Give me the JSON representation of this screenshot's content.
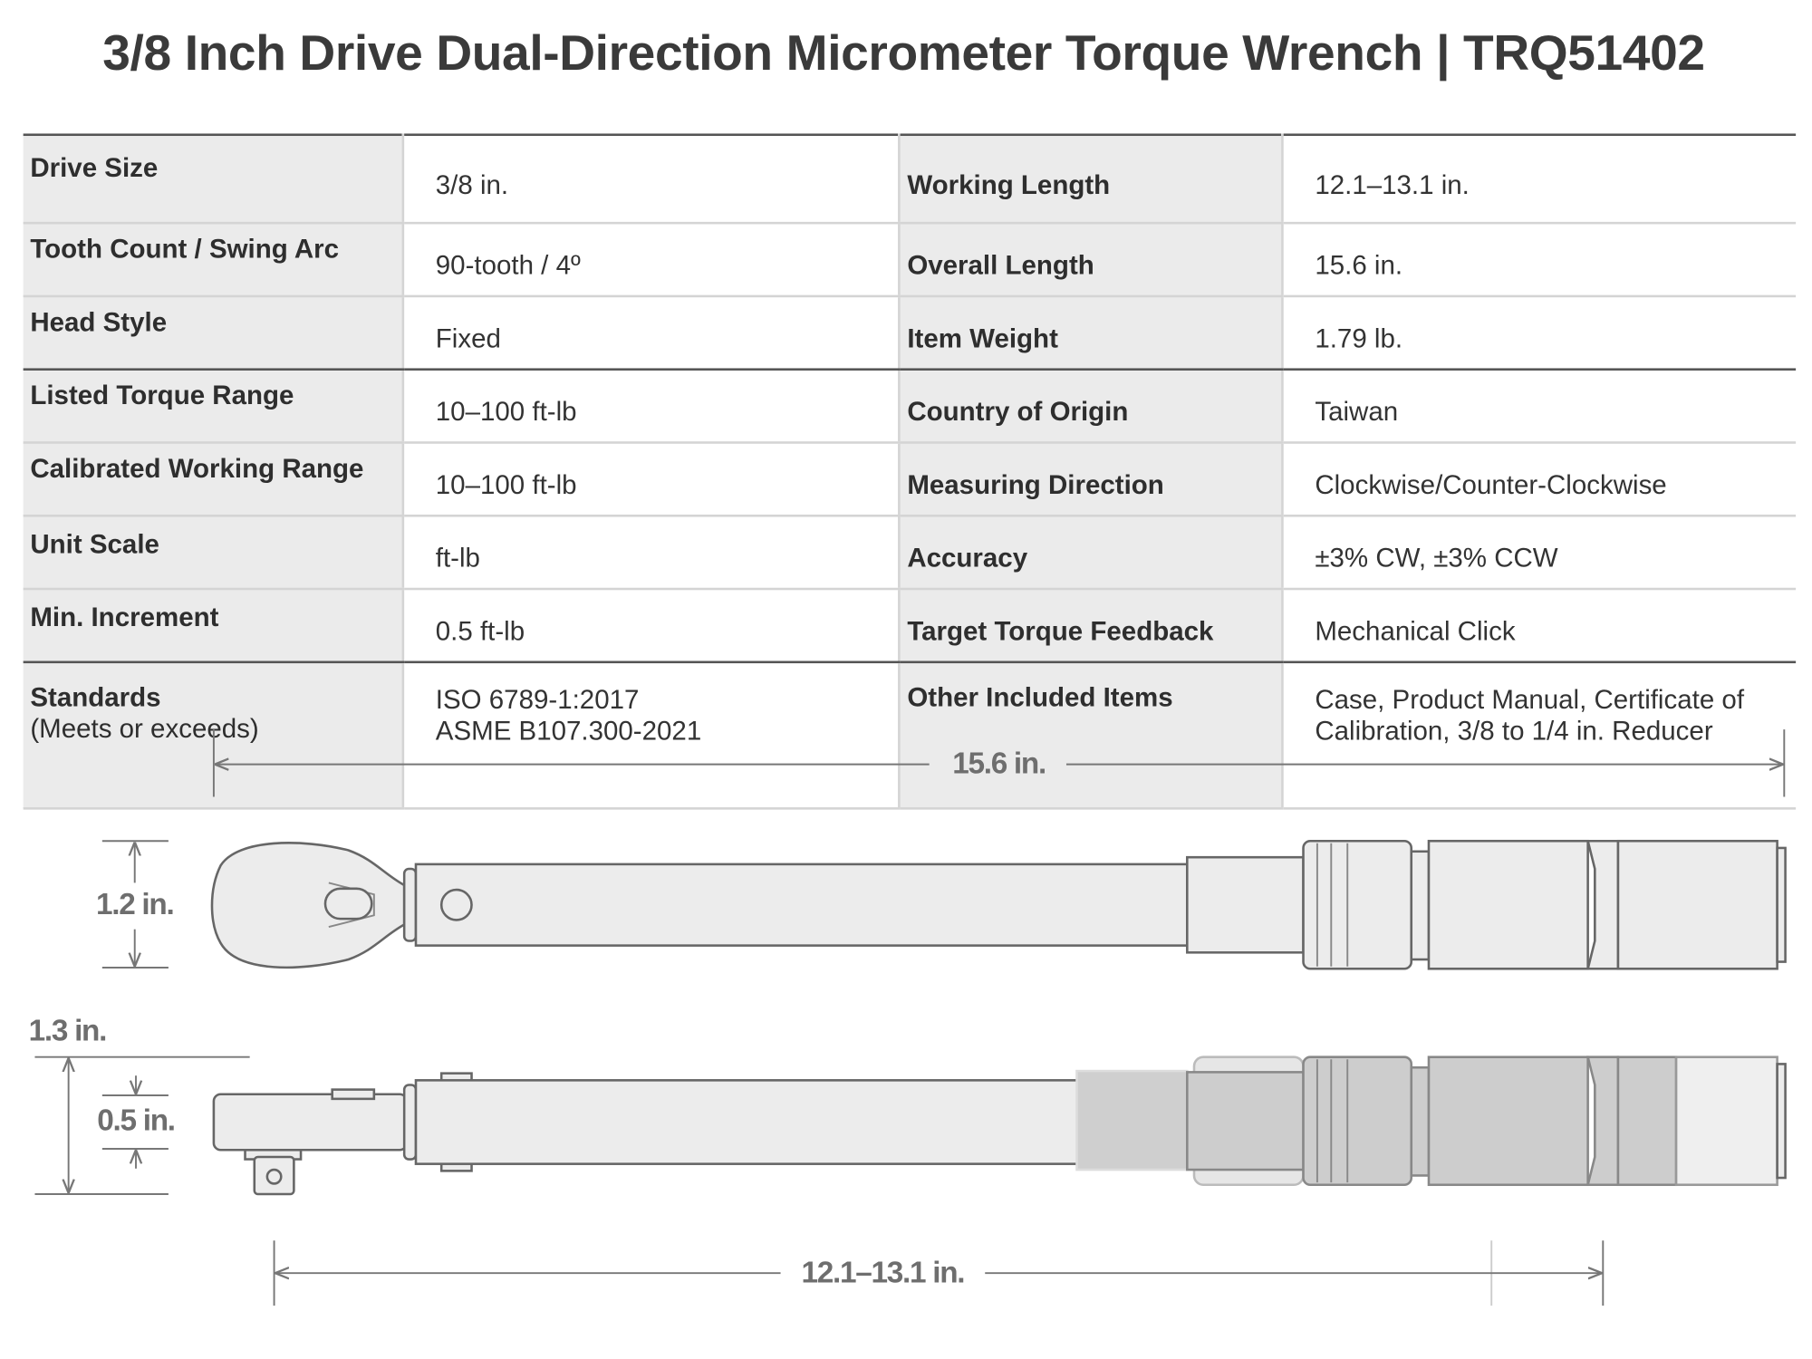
{
  "title": "3/8 Inch Drive Dual-Direction Micrometer Torque Wrench | TRQ51402",
  "specs": [
    {
      "label": "Drive Size",
      "value": "3/8 in.",
      "label2": "Working Length",
      "value2": "12.1–13.1 in."
    },
    {
      "label": "Tooth Count / Swing Arc",
      "value": "90-tooth / 4º",
      "label2": "Overall Length",
      "value2": "15.6 in."
    },
    {
      "label": "Head Style",
      "value": "Fixed",
      "label2": "Item Weight",
      "value2": "1.79 lb."
    },
    {
      "label": "Listed Torque Range",
      "value": "10–100 ft-lb",
      "label2": "Country of Origin",
      "value2": "Taiwan"
    },
    {
      "label": "Calibrated Working Range",
      "value": "10–100 ft-lb",
      "label2": "Measuring Direction",
      "value2": "Clockwise/Counter-Clockwise"
    },
    {
      "label": "Unit Scale",
      "value": "ft-lb",
      "label2": "Accuracy",
      "value2": "±3% CW,  ±3% CCW"
    },
    {
      "label": "Min. Increment",
      "value": "0.5 ft-lb",
      "label2": "Target Torque Feedback",
      "value2": "Mechanical Click"
    },
    {
      "label": "Standards",
      "sublabel": "(Meets or exceeds)",
      "value": "ISO 6789-1:2017",
      "value_line2": "ASME B107.300-2021",
      "label2": "Other Included Items",
      "value2": "Case, Product Manual, Certificate of",
      "value2_line2": "Calibration, 3/8 to 1/4 in. Reducer"
    }
  ],
  "dimensions": {
    "overall_length": "15.6 in.",
    "head_width": "1.2 in.",
    "head_height": "1.3 in.",
    "drive_height": "0.5 in.",
    "working_length": "12.1–13.1 in."
  }
}
